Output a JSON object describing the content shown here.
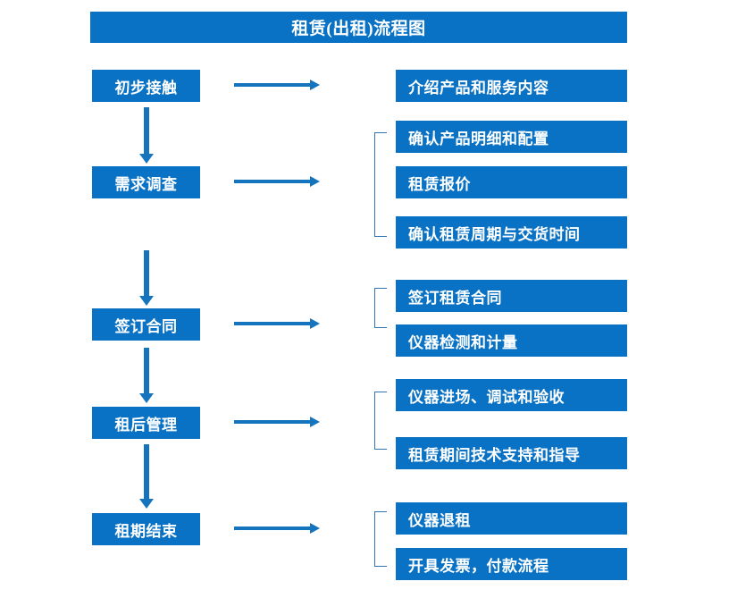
{
  "diagram": {
    "title": "租赁(出租)流程图",
    "accent_color": "#0a72c4",
    "arrow_color": "#1474bd",
    "bracket_color": "#2e75b6",
    "text_color": "#ffffff",
    "background_color": "#ffffff"
  },
  "stages": [
    {
      "label": "初步接触"
    },
    {
      "label": "需求调查"
    },
    {
      "label": "签订合同"
    },
    {
      "label": "租后管理"
    },
    {
      "label": "租期结束"
    }
  ],
  "details": [
    {
      "label": "介绍产品和服务内容"
    },
    {
      "label": "确认产品明细和配置"
    },
    {
      "label": "租赁报价"
    },
    {
      "label": "确认租赁周期与交货时间"
    },
    {
      "label": "签订租赁合同"
    },
    {
      "label": "仪器检测和计量"
    },
    {
      "label": "仪器进场、调试和验收"
    },
    {
      "label": "租赁期间技术支持和指导"
    },
    {
      "label": "仪器退租"
    },
    {
      "label": "开具发票，付款流程"
    }
  ]
}
